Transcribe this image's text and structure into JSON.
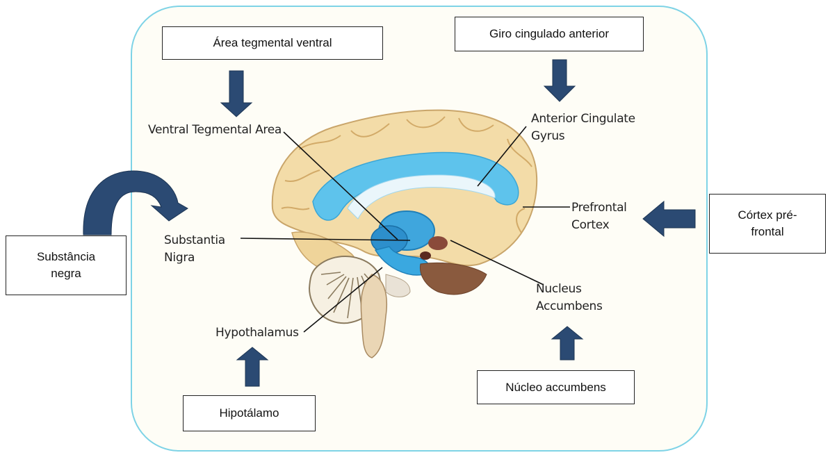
{
  "colors": {
    "frame_border": "#7ed3e6",
    "arrow_fill": "#2b4a73",
    "ventricle_blue": "#5ec3ec",
    "cortex_tan": "#f3dca8"
  },
  "portuguese_boxes": {
    "vta": "Área tegmental ventral",
    "acg": "Giro cingulado anterior",
    "pfc": "Córtex pré-\nfrontal",
    "sn": "Substância\nnegra",
    "hyp": "Hipotálamo",
    "nac": "Núcleo accumbens"
  },
  "english_labels": {
    "vta": "Ventral Tegmental Area",
    "acg": "Anterior Cingulate\nGyrus",
    "pfc": "Prefrontal\nCortex",
    "sn": "Substantia\nNigra",
    "nac": "Nucleus\nAccumbens",
    "hyp": "Hypothalamus"
  },
  "icons": {
    "brain": "brain-sagittal-illustration",
    "arrows": "down-arrow, up-arrow, left-arrow, curved-arrow"
  }
}
